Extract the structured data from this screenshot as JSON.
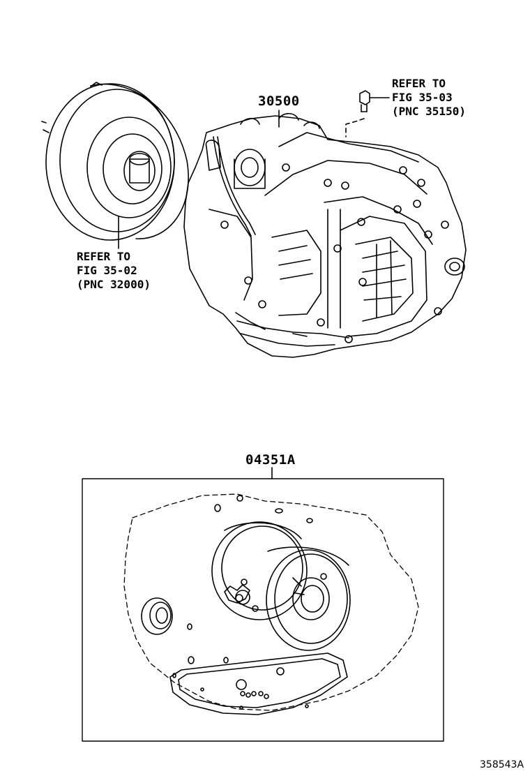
{
  "callouts": {
    "torque_converter_ref": {
      "line1": "REFER TO",
      "line2": "FIG 35-02",
      "line3": "(PNC 32000)"
    },
    "plug_ref": {
      "line1": "REFER TO",
      "line2": "FIG 35-03",
      "line3": "(PNC 35150)"
    }
  },
  "part_numbers": {
    "transaxle_assy": "30500",
    "overhaul_gasket_kit": "04351A"
  },
  "illustration_id": "358543A"
}
